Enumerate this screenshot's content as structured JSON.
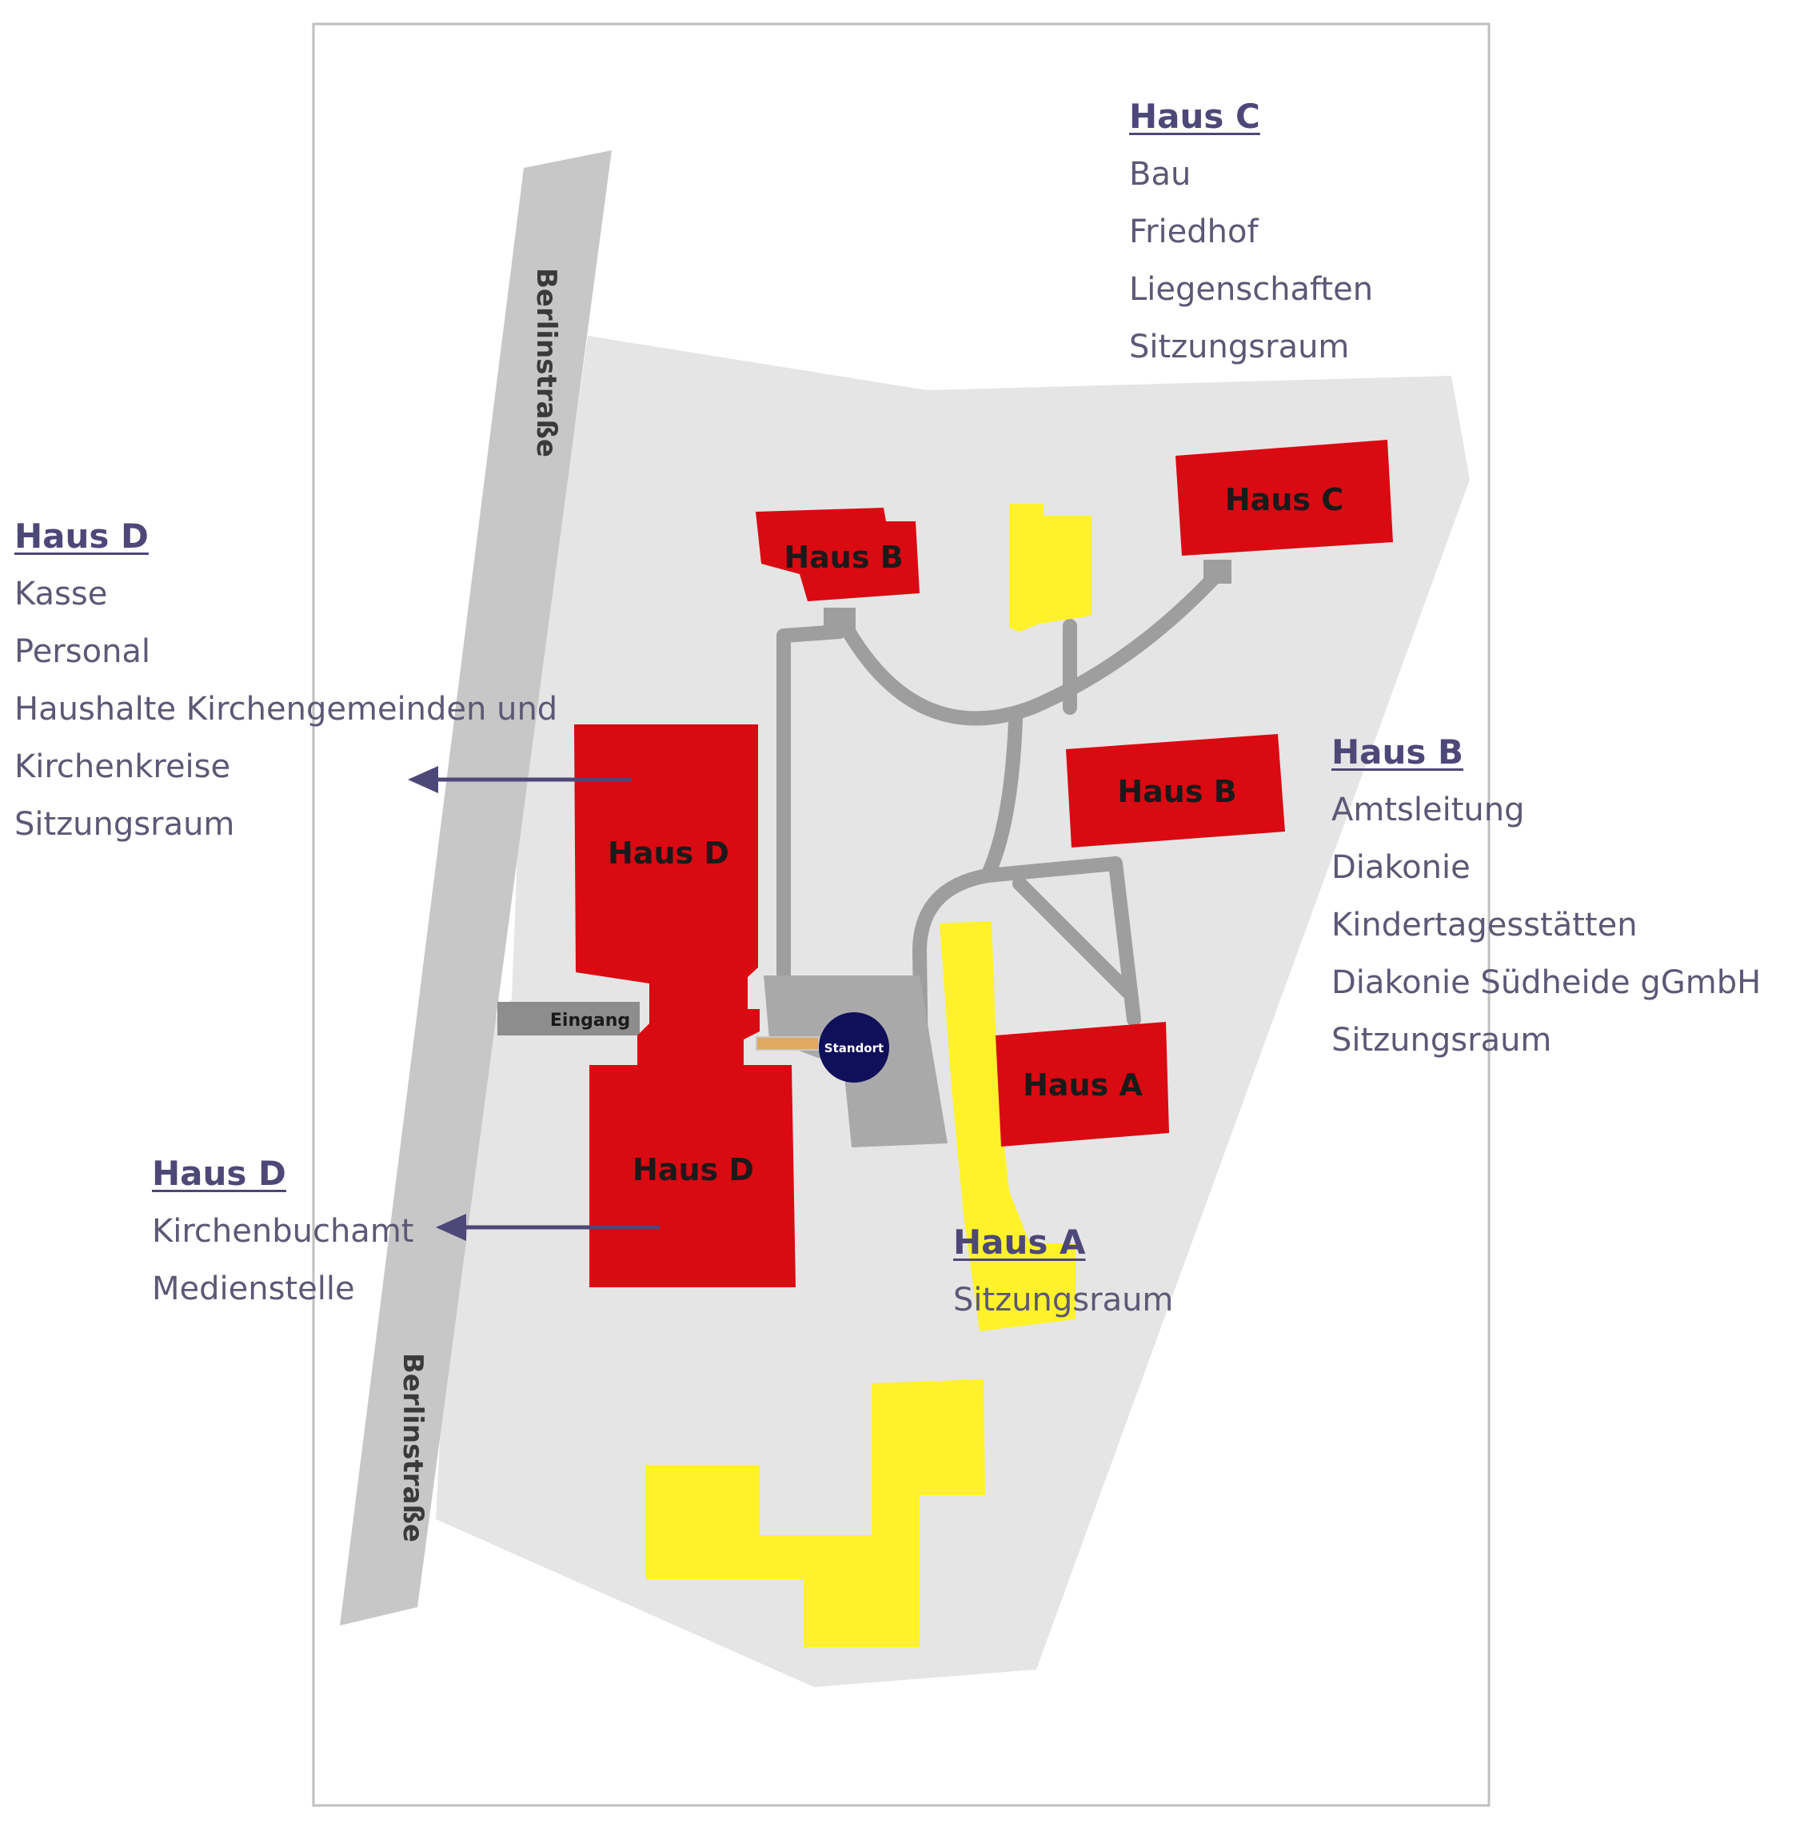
{
  "streets": {
    "top_label": "Berlinstraße",
    "bottom_label": "Berlinstraße"
  },
  "buildings": {
    "haus_b_small": "Haus B",
    "haus_c": "Haus C",
    "haus_b": "Haus B",
    "haus_d_north": "Haus D",
    "haus_d_south": "Haus D",
    "haus_a": "Haus A"
  },
  "entrance": {
    "label": "Eingang"
  },
  "location_marker": {
    "label": "Standort",
    "color": "#0f0f5a"
  },
  "colors": {
    "building": "#d90a12",
    "annex": "#fff22a",
    "grounds": "#e5e5e5",
    "street": "#c7c7c7",
    "path": "#9e9e9e",
    "arrow": "#4d4878"
  },
  "legends": {
    "haus_c": {
      "title": "Haus C",
      "items": [
        "Bau",
        "Friedhof",
        "Liegenschaften",
        "Sitzungsraum"
      ]
    },
    "haus_d_north": {
      "title": "Haus D",
      "items": [
        "Kasse",
        "Personal",
        "Haushalte Kirchengemeinden und",
        "Kirchenkreise",
        "Sitzungsraum"
      ]
    },
    "haus_b": {
      "title": "Haus B",
      "items": [
        "Amtsleitung",
        "Diakonie",
        "Kindertagesstätten",
        "Diakonie Südheide gGmbH",
        "Sitzungsraum"
      ]
    },
    "haus_d_south": {
      "title": "Haus D",
      "items": [
        "Kirchenbuchamt",
        "Medienstelle"
      ]
    },
    "haus_a": {
      "title": "Haus A",
      "items": [
        "Sitzungsraum"
      ]
    }
  }
}
